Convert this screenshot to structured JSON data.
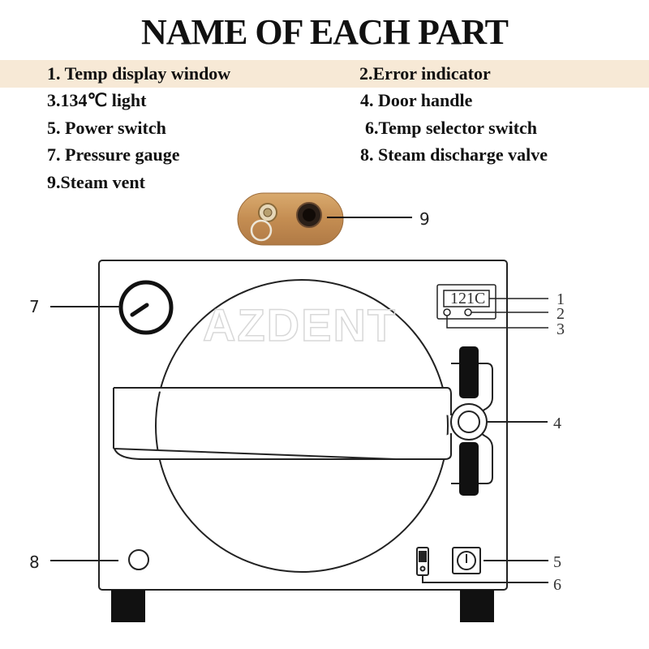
{
  "title": "NAME OF EACH PART",
  "legend": [
    "1. Temp display window",
    "2.Error indicator",
    "3.134℃ light",
    "4. Door handle",
    "5. Power switch",
    "6.Temp selector switch",
    "7. Pressure gauge",
    "8. Steam discharge valve",
    "9.Steam vent"
  ],
  "callouts": {
    "n1": "1",
    "n2": "2",
    "n3": "3",
    "n4": "4",
    "n5": "5",
    "n6": "6",
    "n7": "7",
    "n8": "8",
    "n9": "9"
  },
  "display_reading": "121C",
  "watermark": "AZDENT",
  "colors": {
    "band": "#f7e9d6",
    "vent_plate": "#c8965a",
    "line": "#222222"
  }
}
